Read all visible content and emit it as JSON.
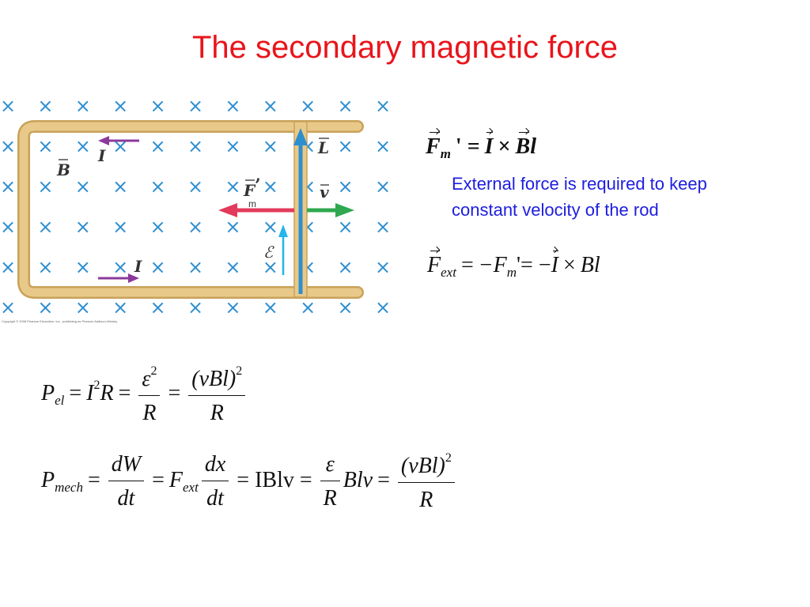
{
  "slide": {
    "title": "The secondary magnetic force",
    "note_lines": [
      "External force is required to keep",
      "constant velocity of the rod"
    ]
  },
  "diagram": {
    "label_B": "B",
    "label_I_top": "I",
    "label_I_bottom": "I",
    "label_L": "L",
    "label_v": "v",
    "label_F": "F",
    "label_F_prime": "’",
    "label_m": "m",
    "label_emf": "ℰ",
    "field_symbol": "×",
    "copyright": "Copyright © 2008 Pearson Education, Inc., publishing as Pearson Addison-Wesley.",
    "colors": {
      "rails": "#e8c98a",
      "rails_edge": "#c9a25a",
      "rod": "#2e8fd0",
      "force_arrow": "#e33a5c",
      "velocity_arrow": "#2fa84f",
      "current_arrow": "#8b3a9c",
      "emf_arrow": "#25b5e8",
      "field_marks": "#2f8fd0"
    }
  },
  "equations": {
    "eq1": {
      "F": "F",
      "m": "m",
      "prime_eq": "' =",
      "I": "I",
      "times": "×",
      "B": "B",
      "l": "l"
    },
    "eq2": {
      "F": "F",
      "ext": "ext",
      "eq1": "=",
      "minus_F": "−F",
      "m": "m",
      "prime_eq": "'= −",
      "I": "I",
      "times": "×",
      "Bl": "Bl"
    },
    "eq3": {
      "P": "P",
      "el": "el",
      "eq1": "=",
      "I": "I",
      "sq": "2",
      "R": "R",
      "eq2": "=",
      "eps": "ε",
      "eps_sq": "2",
      "den1": "R",
      "eq3": "=",
      "num2": "(vBl)",
      "num2_sq": "2",
      "den2": "R"
    },
    "eq4": {
      "P": "P",
      "mech": "mech",
      "eq1": "=",
      "dW": "dW",
      "dt1": "dt",
      "eq2": "=",
      "F": "F",
      "ext": "ext",
      "dx": "dx",
      "dt2": "dt",
      "eq3": "= IBlv =",
      "eps": "ε",
      "den3": "R",
      "Blv": "Blv",
      "eq4": "=",
      "num4": "(vBl)",
      "num4_sq": "2",
      "den4": "R"
    }
  }
}
